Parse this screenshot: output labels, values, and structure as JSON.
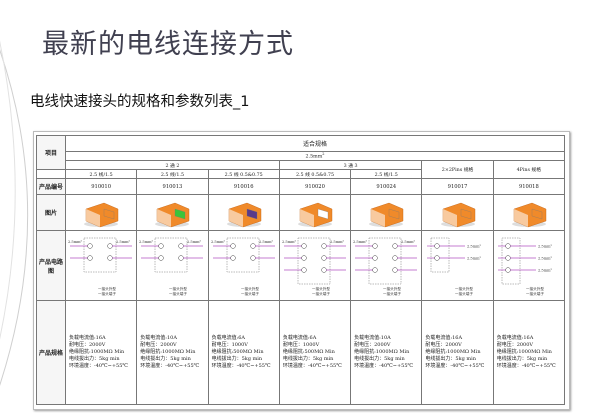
{
  "slide": {
    "title": "最新的电线连接方式",
    "subtitle": "电线快速接头的规格和参数列表_1"
  },
  "table": {
    "header_project": "项目",
    "header_spec_group": "适合规格",
    "wire_size": "2.5mm",
    "wire_size_sup": "2",
    "group_2way": "2 通 2",
    "group_3way": "3 通 3",
    "group_2x2": "2×2Pins 规格",
    "group_4pins": "4Pins 规格",
    "row_model_label": "产品编号",
    "row_image_label": "图片",
    "row_diagram_label": "产品电路图",
    "row_spec_label": "产品规格",
    "columns": [
      {
        "range": "2.5 线/1.5",
        "model": "910010",
        "colors": [
          "#f08a2a",
          "#f08a2a"
        ],
        "diagram": "2x2",
        "spec": [
          "负载电流值:16A",
          "耐电压：2000V",
          "绝缘阻抗:1000MΩ Min",
          "电线拔出力：5kg min",
          "环境温度：-40℃~+55℃"
        ]
      },
      {
        "range": "2.5 线/1.5",
        "model": "910013",
        "colors": [
          "#f08a2a",
          "#3cc43a"
        ],
        "diagram": "2x2",
        "spec": [
          "负载电流值:10A",
          "耐电压：2000V",
          "绝缘阻抗:1000MΩ Min",
          "电线拔出力：5kg min",
          "环境温度：-40℃~+55℃"
        ]
      },
      {
        "range": "2.5 线 0.5&0.75",
        "model": "910016",
        "colors": [
          "#f08a2a",
          "#5a3a8a"
        ],
        "diagram": "2x2",
        "spec": [
          "负载电流值:6A",
          "耐电压：1000V",
          "绝缘阻抗:500MΩ Min",
          "电线拔出力：5kg min",
          "环境温度：-40℃~+55℃"
        ]
      },
      {
        "range": "2.5 线 0.5&0.75",
        "model": "910020",
        "colors": [
          "#f08a2a",
          "#ffffff"
        ],
        "diagram": "3x3",
        "spec": [
          "负载电流值:6A",
          "耐电压：1000V",
          "绝缘阻抗:500MΩ Min",
          "电线拔出力：5kg min",
          "环境温度：-40℃~+55℃"
        ]
      },
      {
        "range": "2.5 线/1.5",
        "model": "910024",
        "colors": [
          "#f08a2a",
          "#f08a2a"
        ],
        "diagram": "3x3",
        "spec": [
          "负载电流值:10A",
          "耐电压：2000V",
          "绝缘阻抗:1000MΩ Min",
          "电线拔出力：5kg min",
          "环境温度：-40℃~+55℃"
        ]
      },
      {
        "range": "",
        "model": "910017",
        "colors": [
          "#f08a2a",
          "#f08a2a"
        ],
        "diagram": "2x2pins",
        "spec": [
          "负载电流值:16A",
          "耐电压：2000V",
          "绝缘阻抗:1000MΩ Min",
          "电线拔出力：5kg min",
          "环境温度：-40℃~+55℃"
        ]
      },
      {
        "range": "",
        "model": "910018",
        "colors": [
          "#f08a2a",
          "#f08a2a"
        ],
        "diagram": "4pins",
        "spec": [
          "负载电流值:16A",
          "耐电压：2000V",
          "绝缘阻抗:1000MΩ Min",
          "电线拔出力：5kg min",
          "环境温度：-40℃~+55℃"
        ]
      }
    ],
    "diagram_text": {
      "wire_label": "2.5mm²",
      "legend_a": "一接头外型",
      "legend_b": "一接头端子"
    }
  }
}
